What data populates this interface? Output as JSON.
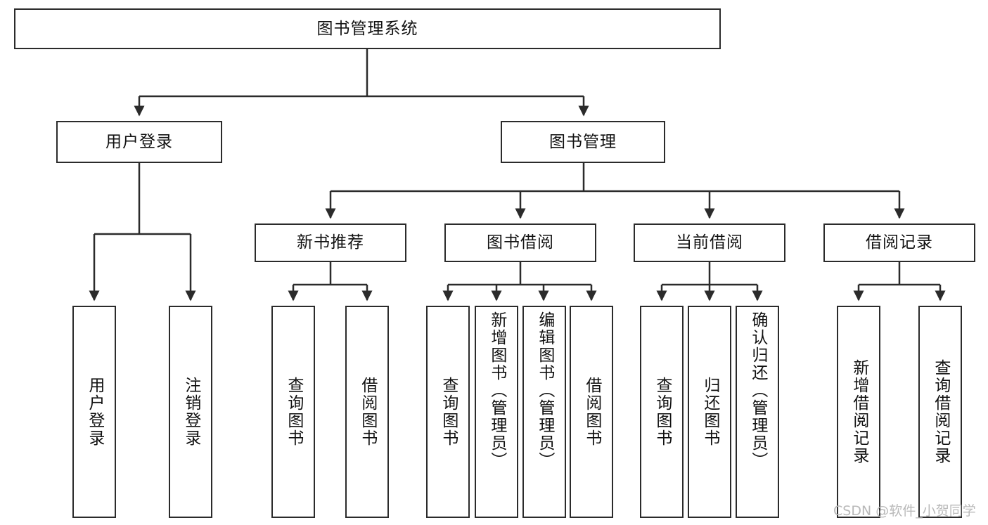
{
  "diagram": {
    "type": "tree-hierarchy",
    "title": "图书管理系统",
    "root": {
      "id": "root",
      "label": "图书管理系统",
      "orientation": "horizontal"
    },
    "level2": [
      {
        "id": "user-login",
        "label": "用户登录",
        "orientation": "horizontal"
      },
      {
        "id": "book-manage",
        "label": "图书管理",
        "orientation": "horizontal"
      }
    ],
    "level3": [
      {
        "id": "new-book-recommend",
        "label": "新书推荐",
        "orientation": "horizontal",
        "parent": "book-manage"
      },
      {
        "id": "book-borrow",
        "label": "图书借阅",
        "orientation": "horizontal",
        "parent": "book-manage"
      },
      {
        "id": "current-borrow",
        "label": "当前借阅",
        "orientation": "horizontal",
        "parent": "book-manage"
      },
      {
        "id": "borrow-record",
        "label": "借阅记录",
        "orientation": "horizontal",
        "parent": "book-manage"
      }
    ],
    "leaves": [
      {
        "id": "leaf-user-login",
        "label": "用户登录",
        "parent": "user-login",
        "align": "center"
      },
      {
        "id": "leaf-user-logout",
        "label": "注销登录",
        "parent": "user-login",
        "align": "center"
      },
      {
        "id": "leaf-query-book-1",
        "label": "查询图书",
        "parent": "new-book-recommend",
        "align": "center"
      },
      {
        "id": "leaf-borrow-book-1",
        "label": "借阅图书",
        "parent": "new-book-recommend",
        "align": "center"
      },
      {
        "id": "leaf-query-book-2",
        "label": "查询图书",
        "parent": "book-borrow",
        "align": "center"
      },
      {
        "id": "leaf-add-book",
        "label": "新增图书（管理员）",
        "parent": "book-borrow",
        "align": "top"
      },
      {
        "id": "leaf-edit-book",
        "label": "编辑图书（管理员）",
        "parent": "book-borrow",
        "align": "top"
      },
      {
        "id": "leaf-borrow-book-2",
        "label": "借阅图书",
        "parent": "book-borrow",
        "align": "center"
      },
      {
        "id": "leaf-query-book-3",
        "label": "查询图书",
        "parent": "current-borrow",
        "align": "center"
      },
      {
        "id": "leaf-return-book",
        "label": "归还图书",
        "parent": "current-borrow",
        "align": "center"
      },
      {
        "id": "leaf-confirm-return",
        "label": "确认归还（管理员）",
        "parent": "current-borrow",
        "align": "top"
      },
      {
        "id": "leaf-add-record",
        "label": "新增借阅记录",
        "parent": "borrow-record",
        "align": "center"
      },
      {
        "id": "leaf-query-record",
        "label": "查询借阅记录",
        "parent": "borrow-record",
        "align": "center"
      }
    ]
  },
  "watermark": {
    "text": "CSDN @软件_小贺同学"
  },
  "colors": {
    "stroke": "#2b2b2b",
    "box_fill": "#ffffff",
    "text": "#111111",
    "watermark": "#b9b9b9",
    "background": "#ffffff"
  }
}
